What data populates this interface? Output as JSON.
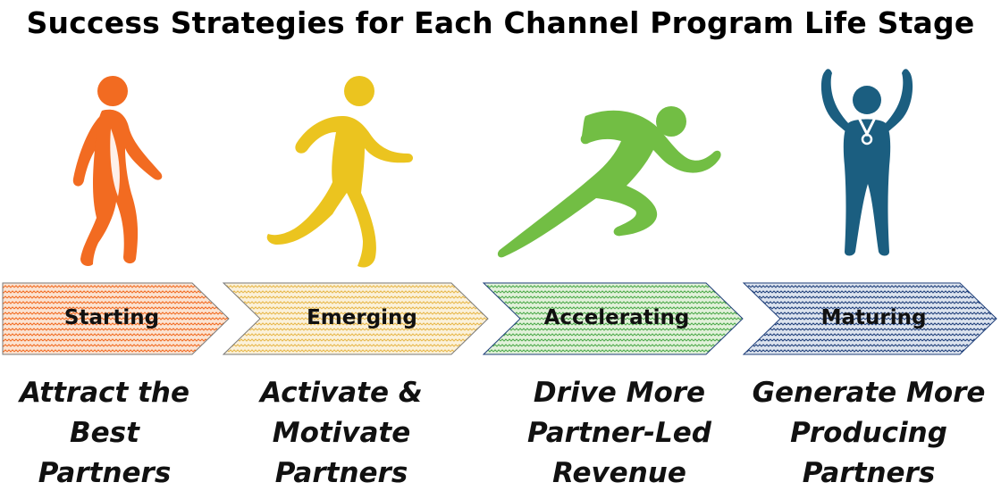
{
  "title": "Success Strategies for Each Channel Program Life Stage",
  "stages": [
    {
      "name": "Starting",
      "caption": [
        "Attract the",
        "Best",
        "Partners"
      ],
      "color": "#F26B21",
      "pattern_color": "#F26B21",
      "icon": "walking-person-icon"
    },
    {
      "name": "Emerging",
      "caption": [
        "Activate &",
        "Motivate",
        "Partners"
      ],
      "color": "#EBC41F",
      "pattern_color": "#E8B84A",
      "icon": "jogging-person-icon"
    },
    {
      "name": "Accelerating",
      "caption": [
        "Drive More",
        "Partner-Led",
        "Revenue"
      ],
      "color": "#72BE44",
      "pattern_color": "#4DAA4B",
      "icon": "sprinting-person-icon"
    },
    {
      "name": "Maturing",
      "caption": [
        "Generate More",
        "Producing",
        "Partners"
      ],
      "color": "#1B5E80",
      "pattern_color": "#1F3F7A",
      "icon": "winner-person-icon"
    }
  ]
}
